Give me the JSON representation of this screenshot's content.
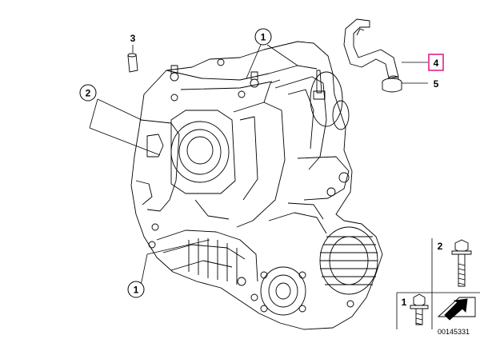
{
  "diagram": {
    "callouts": {
      "part1_top": "1",
      "part2_left": "2",
      "part3_pin": "3",
      "part4_hose": "4",
      "part5_clamp": "5",
      "part1_bottom": "1"
    },
    "legend": {
      "item2_label": "2",
      "item1_label": "1"
    },
    "reference_number": "00145331",
    "highlight_color": "#e0218a",
    "line_color": "#000000"
  }
}
